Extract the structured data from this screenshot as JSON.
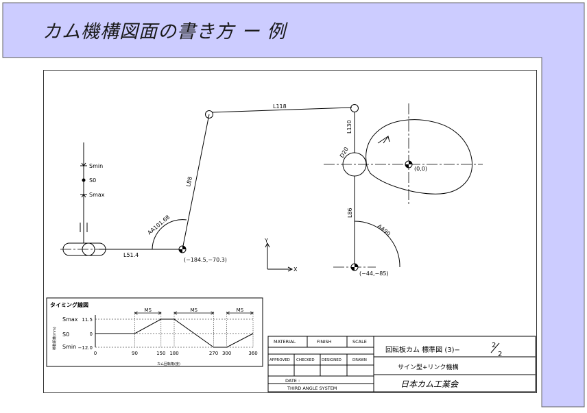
{
  "slide": {
    "title": "カム機構図面の書き方 ー 例",
    "band_color": "#ccccff"
  },
  "drawing": {
    "links": {
      "l118": "L118",
      "l130": "L130",
      "l88": "L88",
      "l86": "L86",
      "l51": "L51.4",
      "d20": "D20"
    },
    "angles": {
      "aa101": "AA101.68",
      "aa90": "AA90"
    },
    "coords": {
      "origin": "(0,0)",
      "pivot_left": "(−184.5,−70.3)",
      "pivot_bottom": "(−44,−85)"
    },
    "stroke_labels": {
      "smin": "Smin",
      "s0": "S0",
      "smax": "Smax"
    },
    "axes": {
      "x": "X",
      "y": "Y"
    }
  },
  "timing": {
    "title": "タイミング線図",
    "ylabel": "移動距離(mm)",
    "xlabel": "カム回転角(度)",
    "row_labels": [
      "Smax",
      "S0",
      "Smin"
    ],
    "y_ticks": [
      "11.5",
      "0",
      "−12.0"
    ],
    "x_ticks": [
      "0",
      "90",
      "150",
      "180",
      "270",
      "300",
      "360"
    ],
    "ms_labels": [
      "MS",
      "MS",
      "MS"
    ]
  },
  "chart_data": {
    "type": "line",
    "title": "タイミング線図",
    "xlabel": "カム回転角(度)",
    "ylabel": "移動距離(mm)",
    "x": [
      0,
      90,
      150,
      180,
      270,
      300,
      360
    ],
    "series": [
      {
        "values": [
          0,
          0,
          11.5,
          11.5,
          -12.0,
          -12.0,
          0
        ]
      }
    ],
    "xlim": [
      0,
      360
    ],
    "ylim": [
      -12.0,
      11.5
    ]
  },
  "titleblock": {
    "h_material": "MATERIAL",
    "h_finish": "FINISH",
    "h_scale": "SCALE",
    "h_approved": "APPROVED",
    "h_checked": "CHECKED",
    "h_designed": "DESIGNED",
    "h_drawn": "DRAWN",
    "date": "DATE :",
    "angle_system": "THIRD ANGLE SYSTEM",
    "drawing_title": "回転板カム 標準図 (3)−",
    "fraction_num": "2",
    "fraction_den": "2",
    "mechanism": "サイン型+リンク機構",
    "company": "日本カム工業会"
  }
}
